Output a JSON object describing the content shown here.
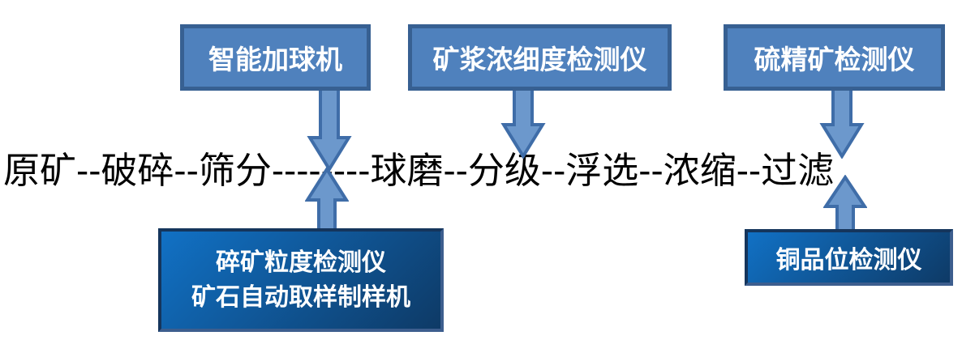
{
  "colors": {
    "background": "#ffffff",
    "top_box_fill": "#4f81bd",
    "top_box_border": "#376092",
    "bottom_box_gradient_start": "#1171c5",
    "bottom_box_gradient_end": "#0e3a66",
    "bottom_box_border_dark": "#15355c",
    "bottom_box_border_light": "#3d5e8e",
    "arrow_fill": "#6c98cc",
    "arrow_outline": "#3f6da8",
    "flow_text": "#000000",
    "box_text": "#ffffff"
  },
  "top_boxes": [
    {
      "label": "智能加球机"
    },
    {
      "label": "矿浆浓细度检测仪"
    },
    {
      "label": "硫精矿检测仪"
    }
  ],
  "flow_line": {
    "text": "原矿--破碎--筛分--------球磨--分级--浮选--浓缩--过滤",
    "stages": [
      "原矿",
      "破碎",
      "筛分",
      "球磨",
      "分级",
      "浮选",
      "浓缩",
      "过滤"
    ]
  },
  "bottom_boxes": [
    {
      "lines": [
        "碎矿粒度检测仪",
        "矿石自动取样制样机"
      ]
    },
    {
      "label": "铜品位检测仪"
    }
  ],
  "arrows": [
    {
      "icon": "down-arrow-icon",
      "direction": "down",
      "from_box": "智能加球机"
    },
    {
      "icon": "up-arrow-icon",
      "direction": "up",
      "from_box": "碎矿粒度检测仪 / 矿石自动取样制样机"
    },
    {
      "icon": "down-arrow-icon",
      "direction": "down",
      "from_box": "矿浆浓细度检测仪"
    },
    {
      "icon": "down-arrow-icon",
      "direction": "down",
      "from_box": "硫精矿检测仪"
    },
    {
      "icon": "up-arrow-icon",
      "direction": "up",
      "from_box": "铜品位检测仪"
    }
  ]
}
